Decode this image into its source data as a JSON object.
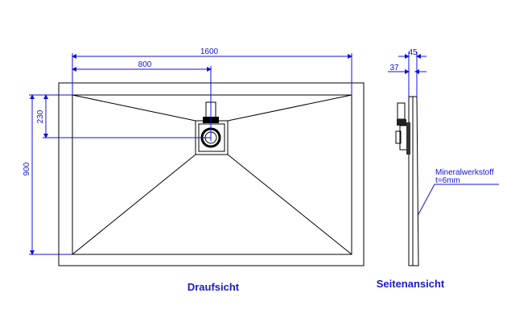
{
  "top_view": {
    "title": "Draufsicht",
    "dim_length": "1600",
    "dim_drain_x": "800",
    "dim_width": "900",
    "dim_drain_y": "230"
  },
  "side_view": {
    "title": "Seitenansicht",
    "dim_total_height": "45",
    "dim_height": "37",
    "material_label": "Mineralwerkstoff",
    "thickness_label": "t=6mm"
  },
  "colors": {
    "dimension": "#1010e0",
    "outline": "#000000"
  }
}
